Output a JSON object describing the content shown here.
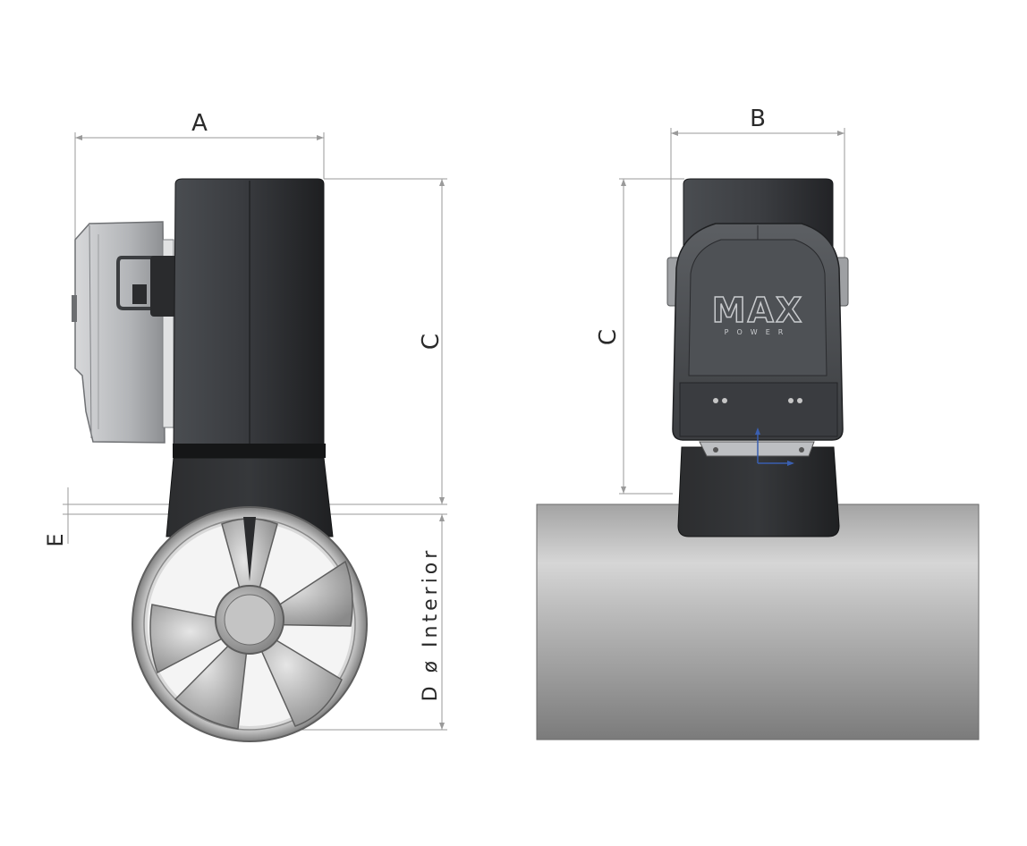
{
  "dimensions": {
    "A": "A",
    "B": "B",
    "C_side": "C",
    "C_front": "C",
    "E": "E",
    "D": "D ø Interior"
  },
  "logo": {
    "brand": "MAX",
    "sub": "POWER"
  },
  "colors": {
    "motor_dark": "#2f3134",
    "leg_dark": "#2a2b2d",
    "housing_grey": "#a9abae",
    "tube_grey": "#b9b9b9",
    "dimension_line": "#9a9a9a",
    "axis_blue": "#3a5fb0"
  }
}
